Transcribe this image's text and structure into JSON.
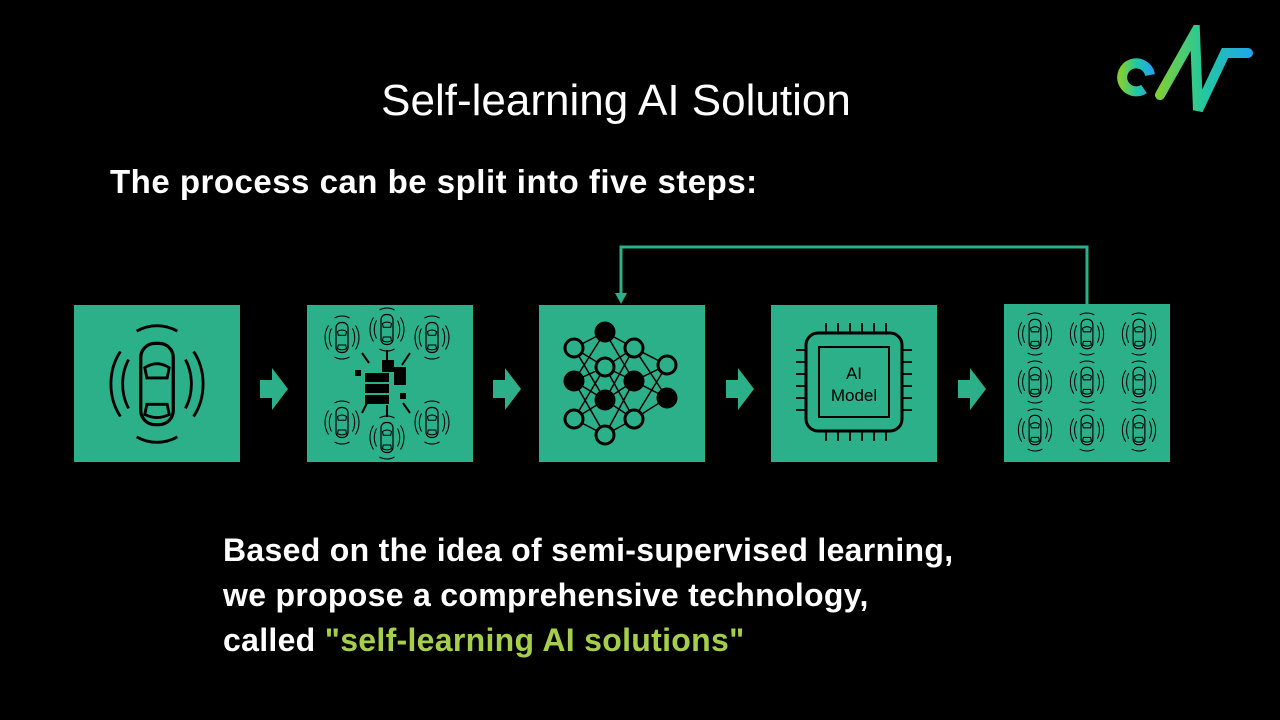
{
  "slide": {
    "title": "Self-learning AI Solution",
    "subtitle": "The process can be split into five steps:",
    "steps": [
      {
        "icon": "car-sensing-icon"
      },
      {
        "icon": "fleet-data-server-icon"
      },
      {
        "icon": "neural-network-icon"
      },
      {
        "icon": "ai-model-chip-icon",
        "label_line1": "AI",
        "label_line2": "Model"
      },
      {
        "icon": "fleet-grid-icon"
      }
    ],
    "body_line1": "Based on the idea of semi-supervised learning,",
    "body_line2": "we propose a comprehensive technology,",
    "body_line3_prefix": "called ",
    "body_line3_highlight": "\"self-learning AI solutions\"",
    "logo_text": "eN"
  },
  "colors": {
    "background": "#000000",
    "accent": "#2bb08a",
    "highlight": "#a5cf4b"
  }
}
